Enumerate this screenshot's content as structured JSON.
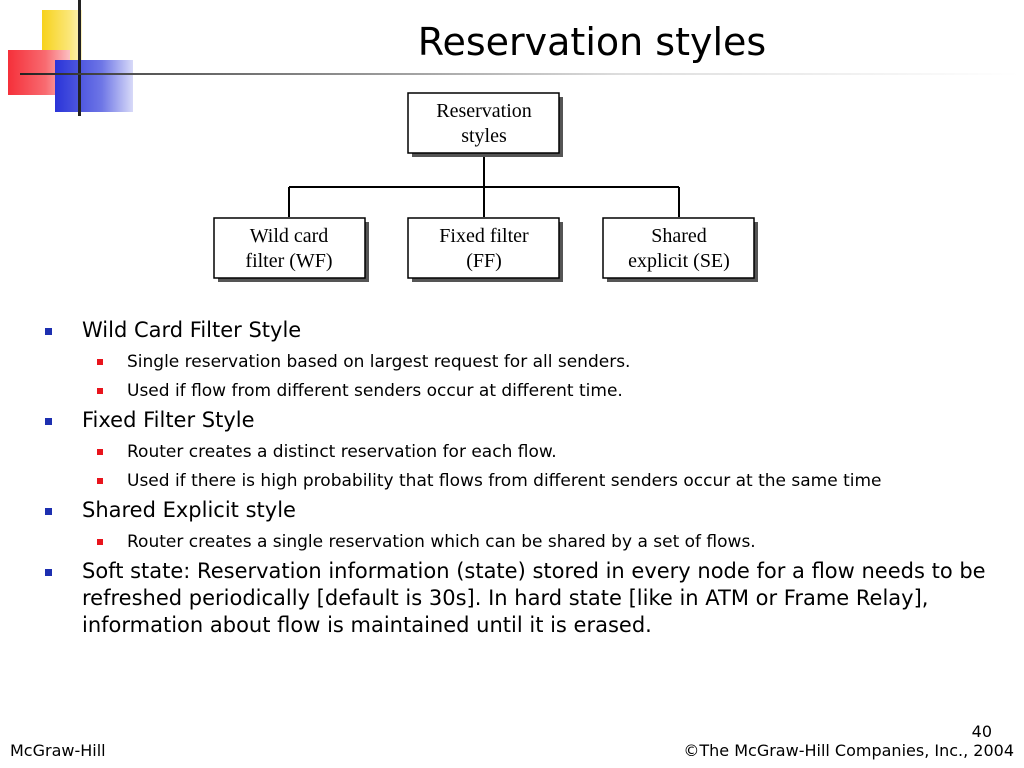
{
  "slide": {
    "title": "Reservation styles"
  },
  "diagram": {
    "root": [
      "Reservation",
      "styles"
    ],
    "children": [
      [
        "Wild card",
        "filter (WF)"
      ],
      [
        "Fixed filter",
        "(FF)"
      ],
      [
        "Shared",
        "explicit (SE)"
      ]
    ]
  },
  "bullets": [
    {
      "text": "Wild Card Filter Style",
      "sub": [
        "Single reservation based on largest request for all senders.",
        "Used if flow from different senders occur at different time."
      ]
    },
    {
      "text": "Fixed Filter Style",
      "sub": [
        "Router creates a distinct reservation for each flow.",
        "Used if there is high probability that flows from different senders occur at the same time"
      ]
    },
    {
      "text": "Shared Explicit style",
      "sub": [
        "Router creates a single reservation which can be shared by a set of flows."
      ]
    },
    {
      "text": "Soft state: Reservation information (state) stored in every node for a flow needs to be refreshed periodically [default is 30s]. In hard state [like in ATM or Frame Relay], information about flow is maintained until it is erased.",
      "sub": []
    }
  ],
  "footer": {
    "left": "McGraw-Hill",
    "right": "©The McGraw-Hill Companies, Inc., 2004",
    "page": "40"
  }
}
